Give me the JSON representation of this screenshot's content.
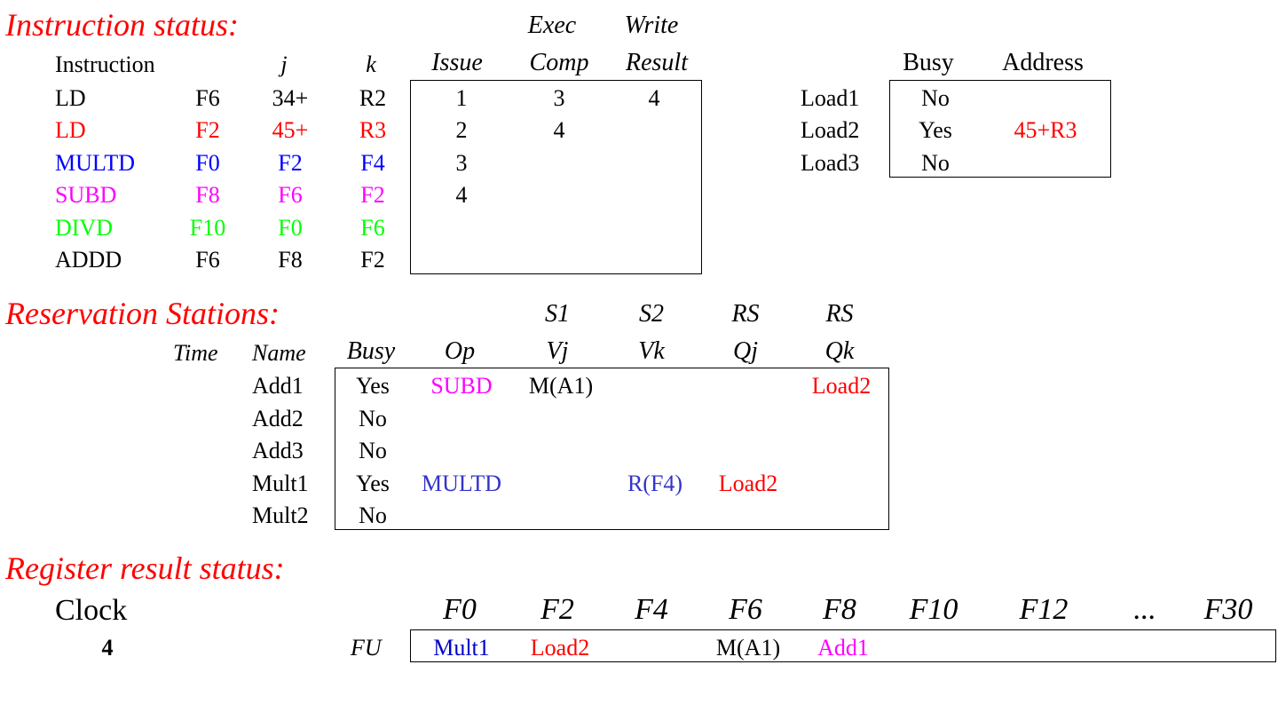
{
  "colors": {
    "title": "#ff0000",
    "black": "#000000",
    "red": "#ff0000",
    "blue": "#0000ff",
    "magenta": "#ff00ff",
    "green": "#00ff00"
  },
  "instruction_status": {
    "title": "Instruction status:",
    "headers": {
      "instruction": "Instruction",
      "j": "j",
      "k": "k",
      "issue": "Issue",
      "exec_top": "Exec",
      "exec_bottom": "Comp",
      "write_top": "Write",
      "write_bottom": "Result"
    },
    "rows": [
      {
        "op": "LD",
        "dest": "F6",
        "j": "34+",
        "k": "R2",
        "issue": "1",
        "exec": "3",
        "write": "4",
        "color": "black"
      },
      {
        "op": "LD",
        "dest": "F2",
        "j": "45+",
        "k": "R3",
        "issue": "2",
        "exec": "4",
        "write": "",
        "color": "red"
      },
      {
        "op": "MULTD",
        "dest": "F0",
        "j": "F2",
        "k": "F4",
        "issue": "3",
        "exec": "",
        "write": "",
        "color": "blue"
      },
      {
        "op": "SUBD",
        "dest": "F8",
        "j": "F6",
        "k": "F2",
        "issue": "4",
        "exec": "",
        "write": "",
        "color": "magenta"
      },
      {
        "op": "DIVD",
        "dest": "F10",
        "j": "F0",
        "k": "F6",
        "issue": "",
        "exec": "",
        "write": "",
        "color": "green"
      },
      {
        "op": "ADDD",
        "dest": "F6",
        "j": "F8",
        "k": "F2",
        "issue": "",
        "exec": "",
        "write": "",
        "color": "black"
      }
    ]
  },
  "load_buffers": {
    "headers": {
      "busy": "Busy",
      "address": "Address"
    },
    "rows": [
      {
        "name": "Load1",
        "busy": "No",
        "address": ""
      },
      {
        "name": "Load2",
        "busy": "Yes",
        "address": "45+R3"
      },
      {
        "name": "Load3",
        "busy": "No",
        "address": ""
      }
    ]
  },
  "reservation_stations": {
    "title": "Reservation Stations:",
    "headers_top": {
      "s1": "S1",
      "s2": "S2",
      "rs_j": "RS",
      "rs_k": "RS"
    },
    "headers": {
      "time": "Time",
      "name": "Name",
      "busy": "Busy",
      "op": "Op",
      "vj": "Vj",
      "vk": "Vk",
      "qj": "Qj",
      "qk": "Qk"
    },
    "rows": [
      {
        "name": "Add1",
        "busy": "Yes",
        "op": "SUBD",
        "vj": "M(A1)",
        "vk": "",
        "qj": "",
        "qk": "Load2"
      },
      {
        "name": "Add2",
        "busy": "No",
        "op": "",
        "vj": "",
        "vk": "",
        "qj": "",
        "qk": ""
      },
      {
        "name": "Add3",
        "busy": "No",
        "op": "",
        "vj": "",
        "vk": "",
        "qj": "",
        "qk": ""
      },
      {
        "name": "Mult1",
        "busy": "Yes",
        "op": "MULTD",
        "vj": "",
        "vk": "R(F4)",
        "qj": "Load2",
        "qk": ""
      },
      {
        "name": "Mult2",
        "busy": "No",
        "op": "",
        "vj": "",
        "vk": "",
        "qj": "",
        "qk": ""
      }
    ]
  },
  "register_result_status": {
    "title": "Register result status:",
    "clock_label": "Clock",
    "clock_value": "4",
    "fu_label": "FU",
    "registers": [
      "F0",
      "F2",
      "F4",
      "F6",
      "F8",
      "F10",
      "F12",
      "...",
      "F30"
    ],
    "fu": [
      "Mult1",
      "Load2",
      "",
      "M(A1)",
      "Add1",
      "",
      "",
      "",
      ""
    ]
  }
}
